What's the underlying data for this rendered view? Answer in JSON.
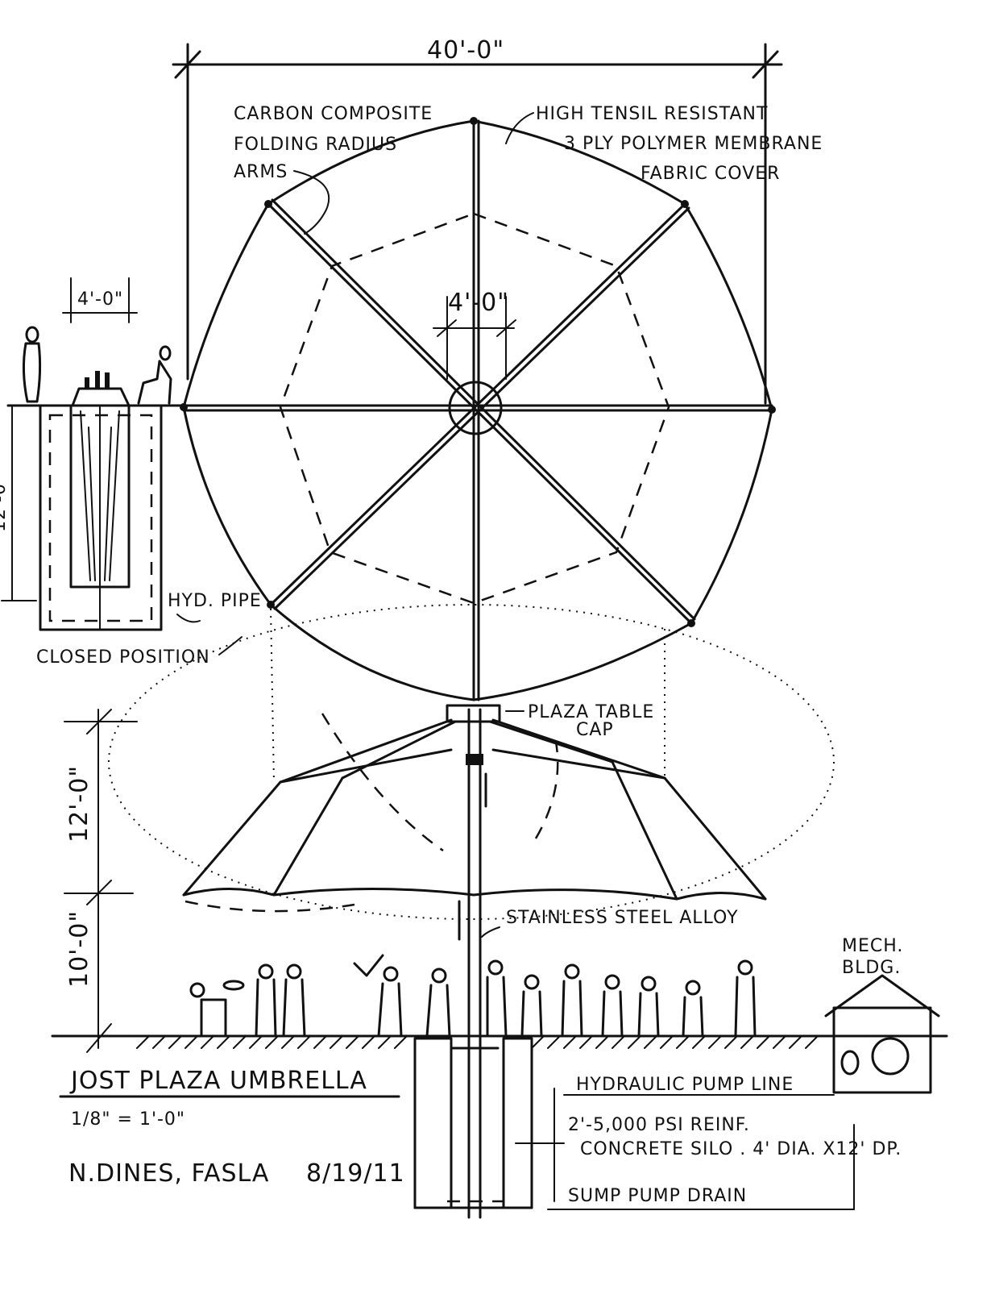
{
  "dimensions": {
    "overall_width": "40'-0\"",
    "hub": "4'-0\"",
    "closed_width": "4'-0\"",
    "closed_height": "12'-0\"",
    "canopy_height": "12'-0\"",
    "clear_height": "10'-0\""
  },
  "labels": {
    "arms": [
      "CARBON COMPOSITE",
      "FOLDING RADIUS",
      "ARMS"
    ],
    "membrane": [
      "HIGH TENSIL RESISTANT",
      "3 PLY POLYMER MEMBRANE",
      "FABRIC COVER"
    ],
    "hyd_pipe": "HYD. PIPE",
    "closed_position": "CLOSED POSITION",
    "table_cap": [
      "PLAZA TABLE",
      "CAP"
    ],
    "mast": "STAINLESS STEEL ALLOY",
    "mech": [
      "MECH.",
      "BLDG."
    ],
    "pump_line": "HYDRAULIC PUMP LINE",
    "silo": [
      "2'-5,000 PSI REINF.",
      "CONCRETE SILO . 4' DIA. X12' DP."
    ],
    "sump": "SUMP PUMP DRAIN"
  },
  "title_block": {
    "title": "JOST PLAZA UMBRELLA",
    "scale": "1/8\" = 1'-0\"",
    "author": "N.DINES, FASLA",
    "date": "8/19/11"
  }
}
